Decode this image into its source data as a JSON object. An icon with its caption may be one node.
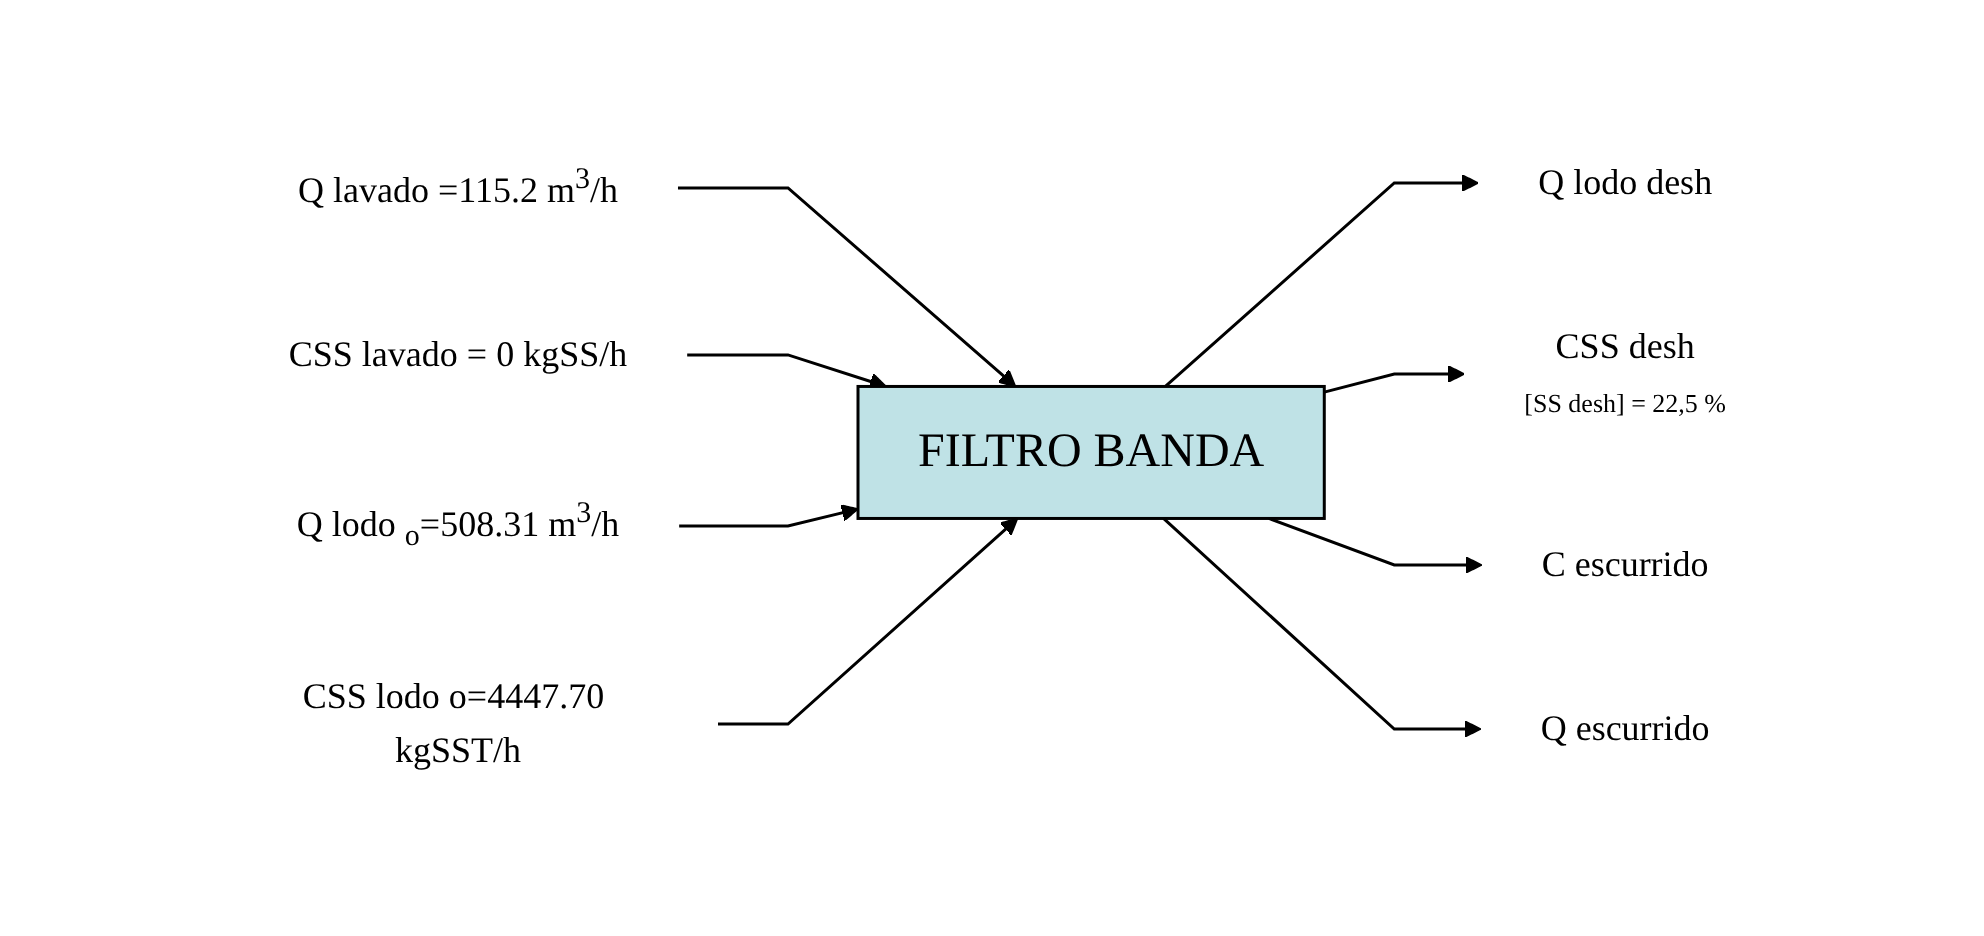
{
  "diagram": {
    "nodes": [
      {
        "text": [
          "FILTRO BANDA"
        ]
      },
      {
        "text": [
          "Q lavado =115.2 m$^{3}$/h"
        ]
      },
      {
        "text": [
          "CSS lavado = 0 kgSS/h"
        ]
      },
      {
        "text": [
          "Q lodo $_{o}$=508.31 m$^{3}$/h"
        ]
      },
      {
        "text": [
          "CSS lodo o=4447.70 kgSST/h"
        ]
      },
      {
        "text": [
          "Q lodo desh"
        ]
      },
      {
        "text": [
          "CSS desh"
        ],
        "beside": [
          "[SS desh] = 22,5 %"
        ]
      },
      {
        "text": [
          "C escurrido"
        ]
      },
      {
        "text": [
          "Q escurrido"
        ]
      }
    ],
    "edges": [
      {
        "from": 1,
        "to": 0,
        "arrow": "to"
      },
      {
        "from": 2,
        "to": 0,
        "arrow": "to"
      },
      {
        "from": 3,
        "to": 0,
        "arrow": "to"
      },
      {
        "from": 4,
        "to": 0,
        "arrow": "to"
      },
      {
        "from": 0,
        "to": 5,
        "arrow": "to"
      },
      {
        "from": 0,
        "to": 6,
        "arrow": "to"
      },
      {
        "from": 0,
        "to": 7,
        "arrow": "to"
      },
      {
        "from": 0,
        "to": 8,
        "arrow": "to"
      }
    ]
  }
}
